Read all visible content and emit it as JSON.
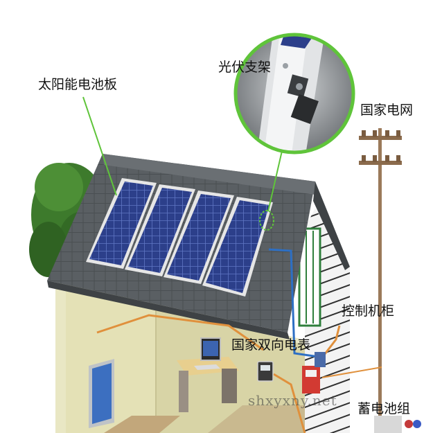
{
  "labels": {
    "solar_panel": "太阳能电池板",
    "pv_bracket": "光伏支架",
    "national_grid": "国家电网",
    "control_cabinet": "控制机柜",
    "bidirectional_meter": "国家双向电表",
    "battery_bank": "蓄电池组"
  },
  "watermark": "shxyxny.net",
  "colors": {
    "callout_line": "#5fc43a",
    "panel_frame": "#d9d9d9",
    "panel_cell": "#2c3f8a",
    "roof": "#555b5f",
    "wall": "#e9e7c4",
    "interior_wall": "#d8d4a6",
    "siding": "#f0f0f0",
    "pole": "#9b7a5a",
    "wire_orange": "#e0903c",
    "wire_blue": "#2d6fc4",
    "tree": "#3d7a2c"
  },
  "icons": {
    "tree": "tree-icon",
    "utility_pole": "utility-pole-icon",
    "computer": "computer-icon",
    "tv": "tv-icon",
    "meter": "meter-icon",
    "inverter": "inverter-icon"
  }
}
